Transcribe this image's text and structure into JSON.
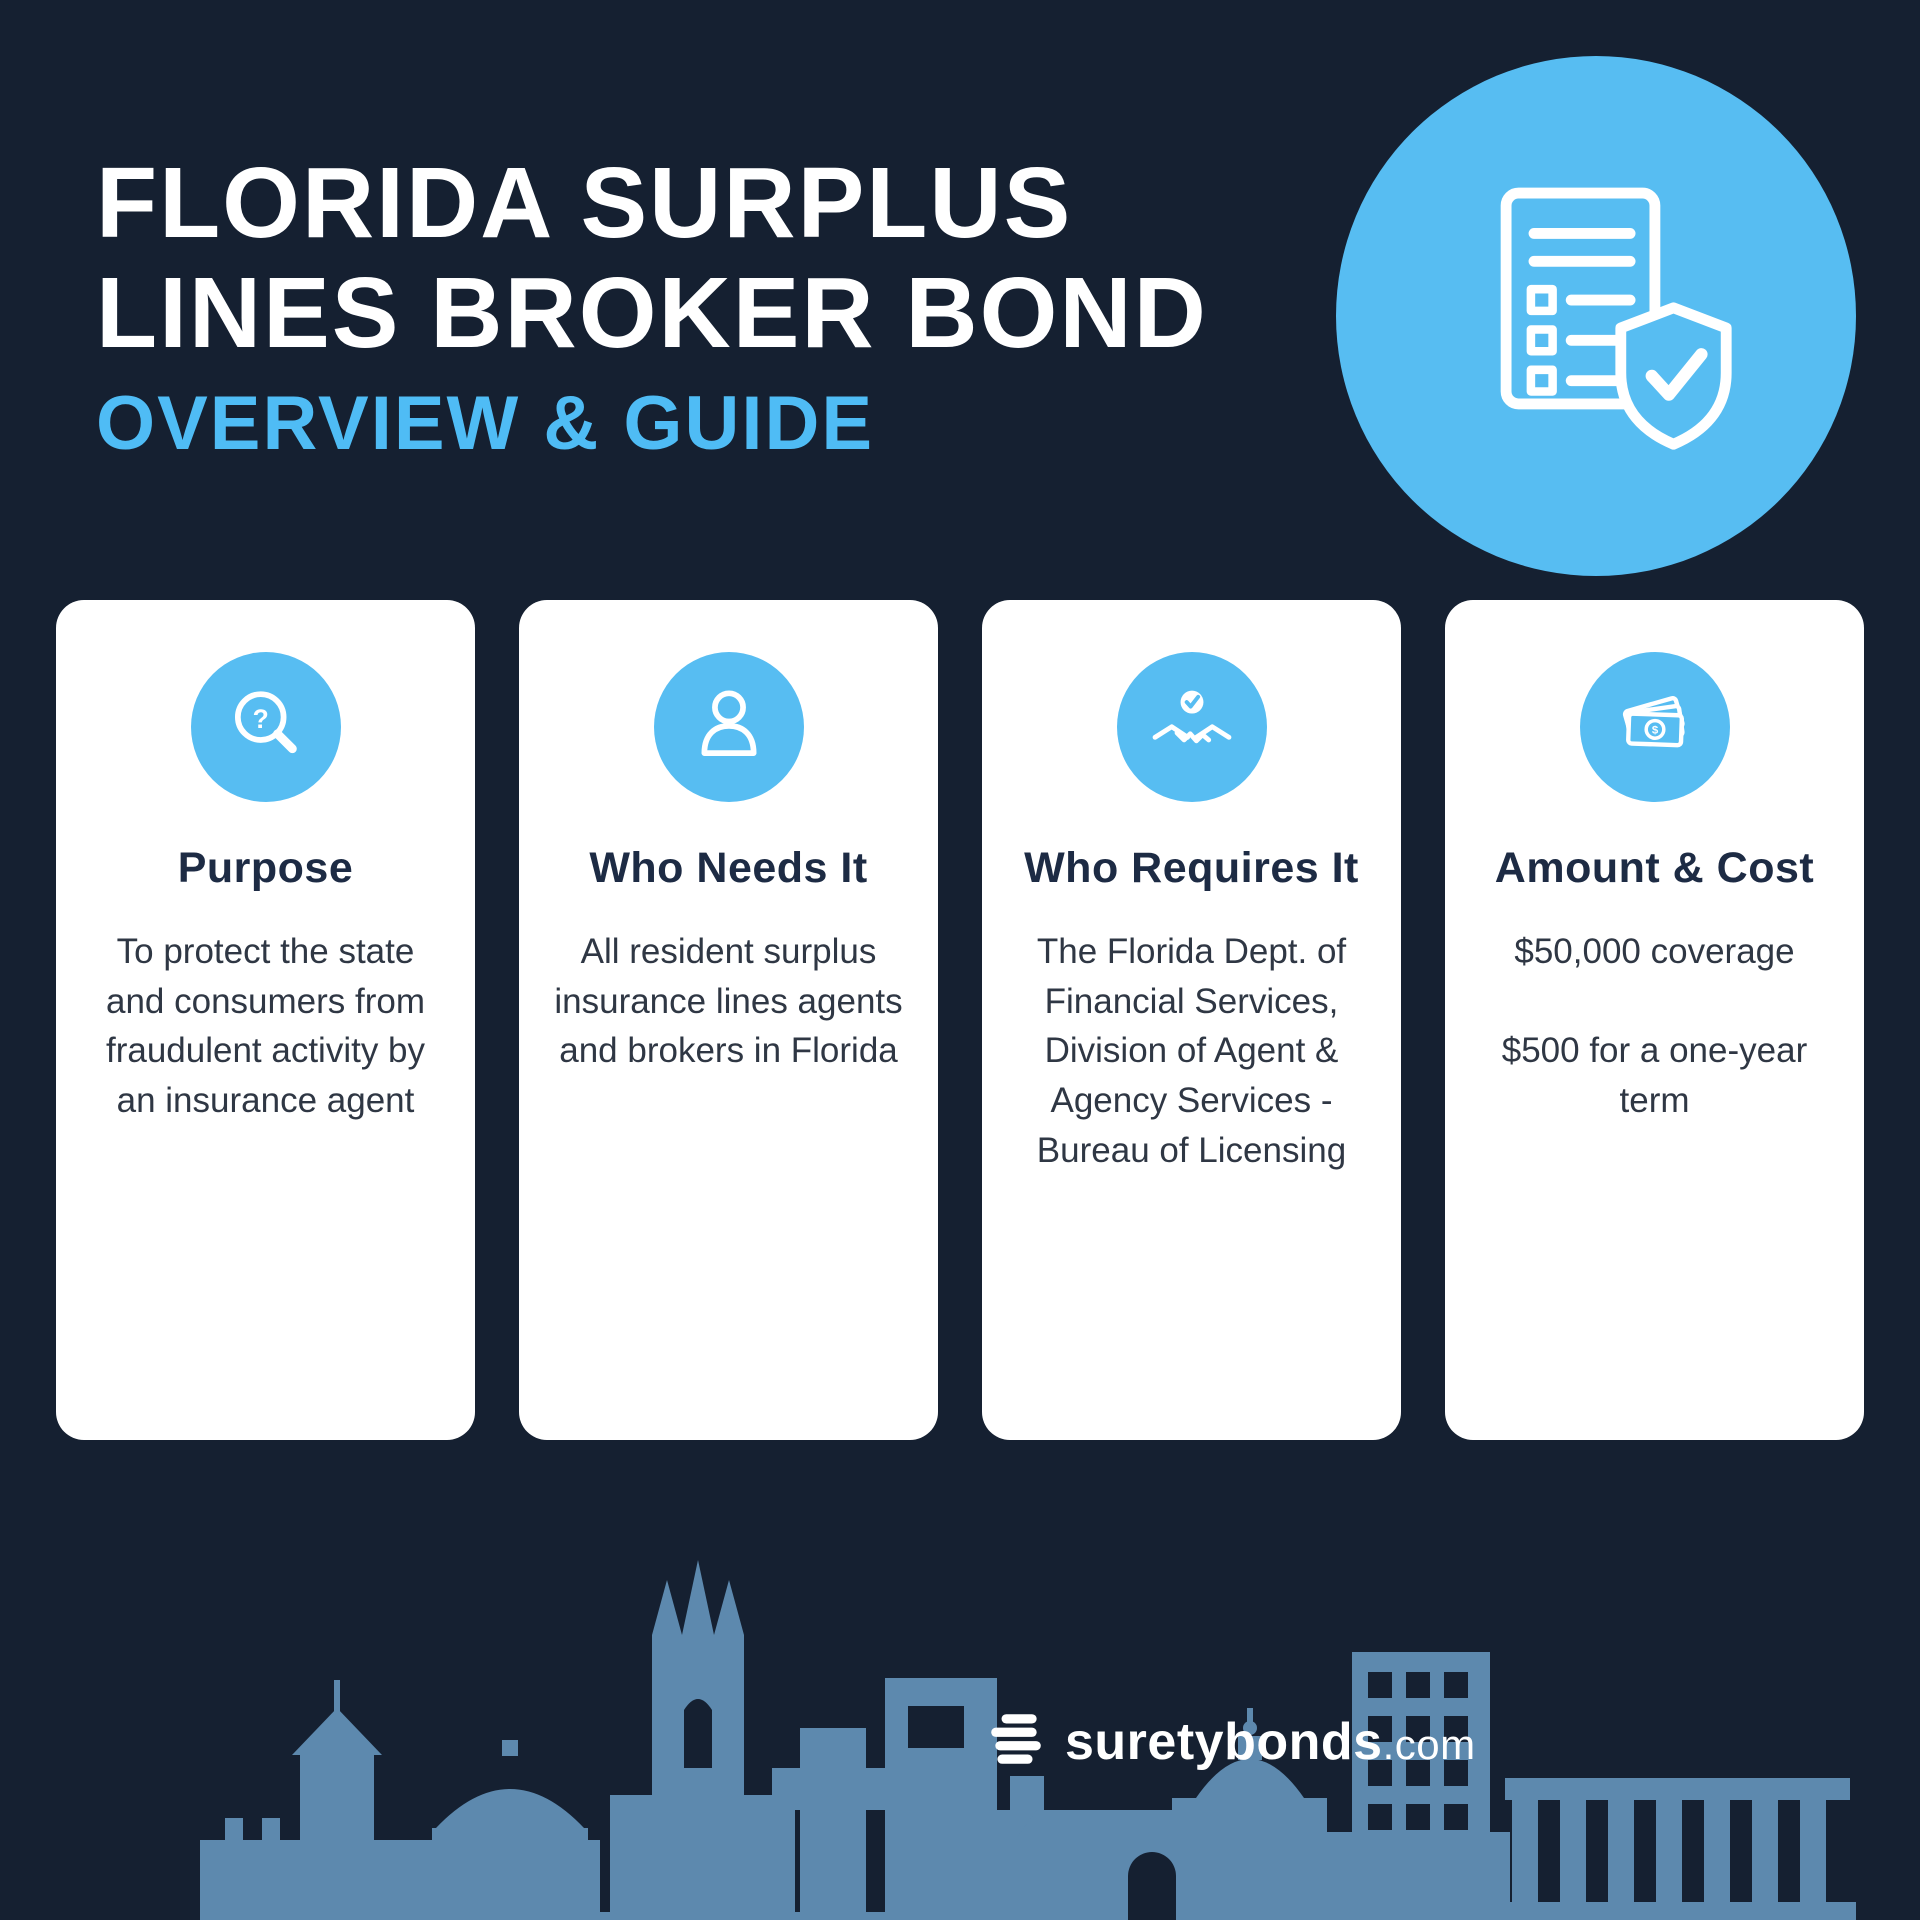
{
  "header": {
    "title_line1": "FLORIDA SURPLUS",
    "title_line2": "LINES BROKER BOND",
    "subtitle": "OVERVIEW & GUIDE"
  },
  "cards": [
    {
      "icon": "magnifier-question-icon",
      "title": "Purpose",
      "body": "To protect the state and consumers from fraudulent activity by an insurance agent"
    },
    {
      "icon": "person-icon",
      "title": "Who Needs It",
      "body": "All resident surplus insurance lines agents and brokers in Florida"
    },
    {
      "icon": "handshake-check-icon",
      "title": "Who Requires It",
      "body": "The Florida Dept. of Financial Services, Division of Agent & Agency Services - Bureau of Licensing"
    },
    {
      "icon": "money-bills-icon",
      "title": "Amount & Cost",
      "body": "$50,000 coverage\n\n$500 for a one-year term"
    }
  ],
  "footer": {
    "brand": "suretybonds",
    "brand_suffix": ".com"
  },
  "colors": {
    "background": "#152031",
    "accent_blue": "#57bdf2",
    "subtitle_blue": "#4fbcf5",
    "card_background": "#ffffff",
    "card_title": "#1d2b44",
    "skyline_blue": "#5d89ae"
  }
}
